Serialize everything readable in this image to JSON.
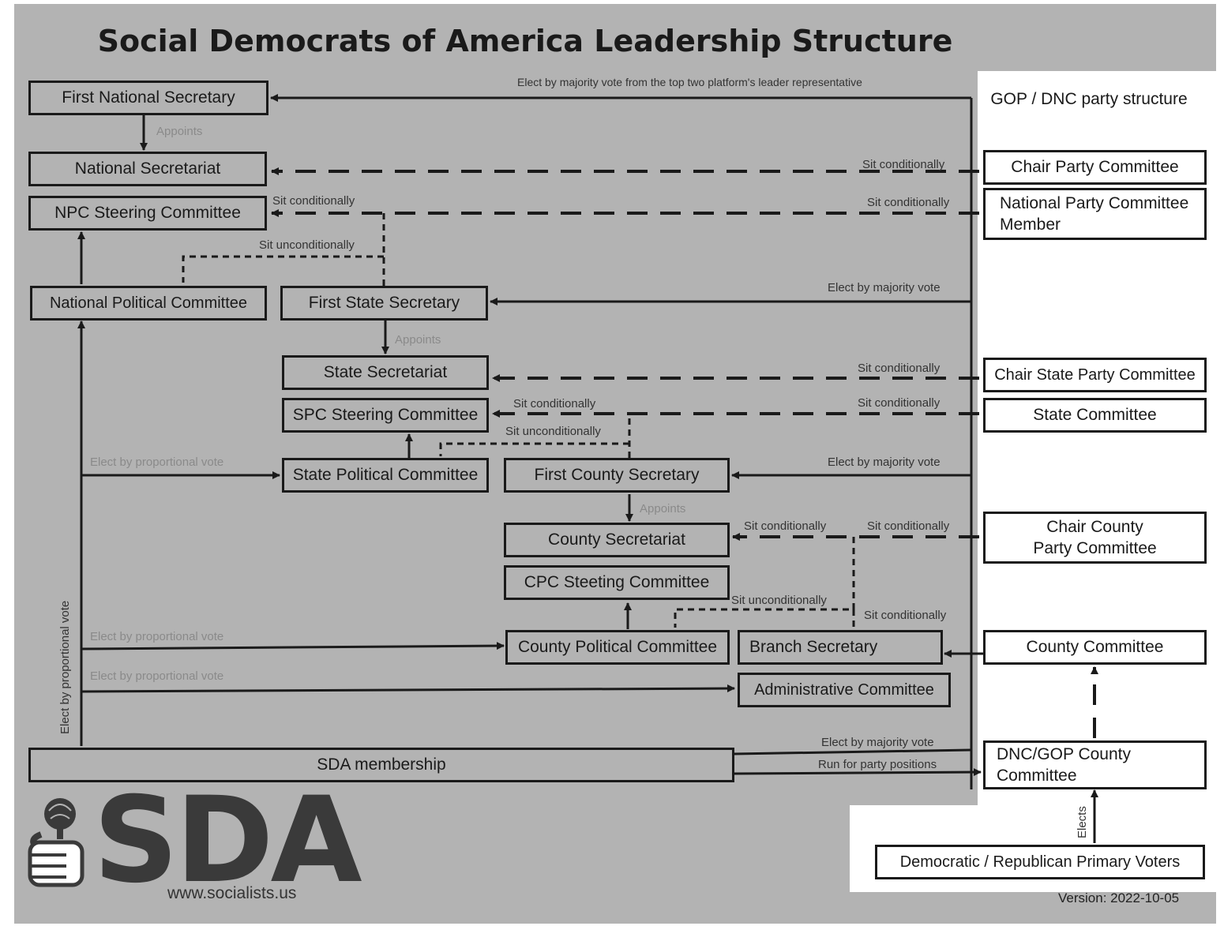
{
  "title": "Social Democrats of America Leadership Structure",
  "gop_header": "GOP / DNC party structure",
  "boxes": {
    "first_national_secretary": "First National Secretary",
    "national_secretariat": "National Secretariat",
    "npc_steering": "NPC Steering Committee",
    "national_political_committee": "National Political Committee",
    "first_state_secretary": "First State Secretary",
    "state_secretariat": "State Secretariat",
    "spc_steering": "SPC Steering Committee",
    "state_political_committee": "State Political Committee",
    "first_county_secretary": "First County Secretary",
    "county_secretariat": "County Secretariat",
    "cpc_steering": "CPC Steeting Committee",
    "county_political_committee": "County Political Committee",
    "branch_secretary": "Branch Secretary",
    "administrative_committee": "Administrative Committee",
    "sda_membership": "SDA membership",
    "chair_party_committee": "Chair Party Committee",
    "national_party_committee_member": "National Party Committee Member",
    "chair_state_party_committee": "Chair State Party Committee",
    "state_committee": "State Committee",
    "chair_county_party_committee": "Chair County Party Committee",
    "county_committee": "County Committee",
    "dnc_gop_county_committee": "DNC/GOP County Committee",
    "primary_voters": "Democratic / Republican Primary Voters"
  },
  "labels": {
    "elect_top_two": "Elect by majority vote from the top two platform's leader representative",
    "appoints_1": "Appoints",
    "sit_cond_1": "Sit conditionally",
    "sit_cond_2": "Sit conditionally",
    "sit_cond_3": "Sit conditionally",
    "sit_uncond_1": "Sit unconditionally",
    "elect_majority_1": "Elect by majority vote",
    "appoints_2": "Appoints",
    "sit_cond_4": "Sit conditionally",
    "sit_cond_5": "Sit conditionally",
    "sit_cond_6": "Sit conditionally",
    "sit_uncond_2": "Sit unconditionally",
    "elect_prop_1": "Elect by proportional vote",
    "elect_majority_2": "Elect by majority vote",
    "appoints_3": "Appoints",
    "sit_cond_7": "Sit conditionally",
    "sit_cond_8": "Sit conditionally",
    "sit_uncond_3": "Sit unconditionally",
    "sit_cond_9": "Sit conditionally",
    "elect_prop_2": "Elect by proportional vote",
    "elect_prop_3": "Elect by proportional vote",
    "elect_prop_vertical": "Elect by proportional vote",
    "elect_majority_3": "Elect by majority vote",
    "run_for_positions": "Run for party positions",
    "elects": "Elects"
  },
  "logo": {
    "text": "SDA",
    "icon": "fist-rose-icon"
  },
  "url": "www.socialists.us",
  "version": "Version: 2022-10-05",
  "colors": {
    "background": "#b3b3b3",
    "lines": "#1a1a1a",
    "panel": "#ffffff"
  }
}
